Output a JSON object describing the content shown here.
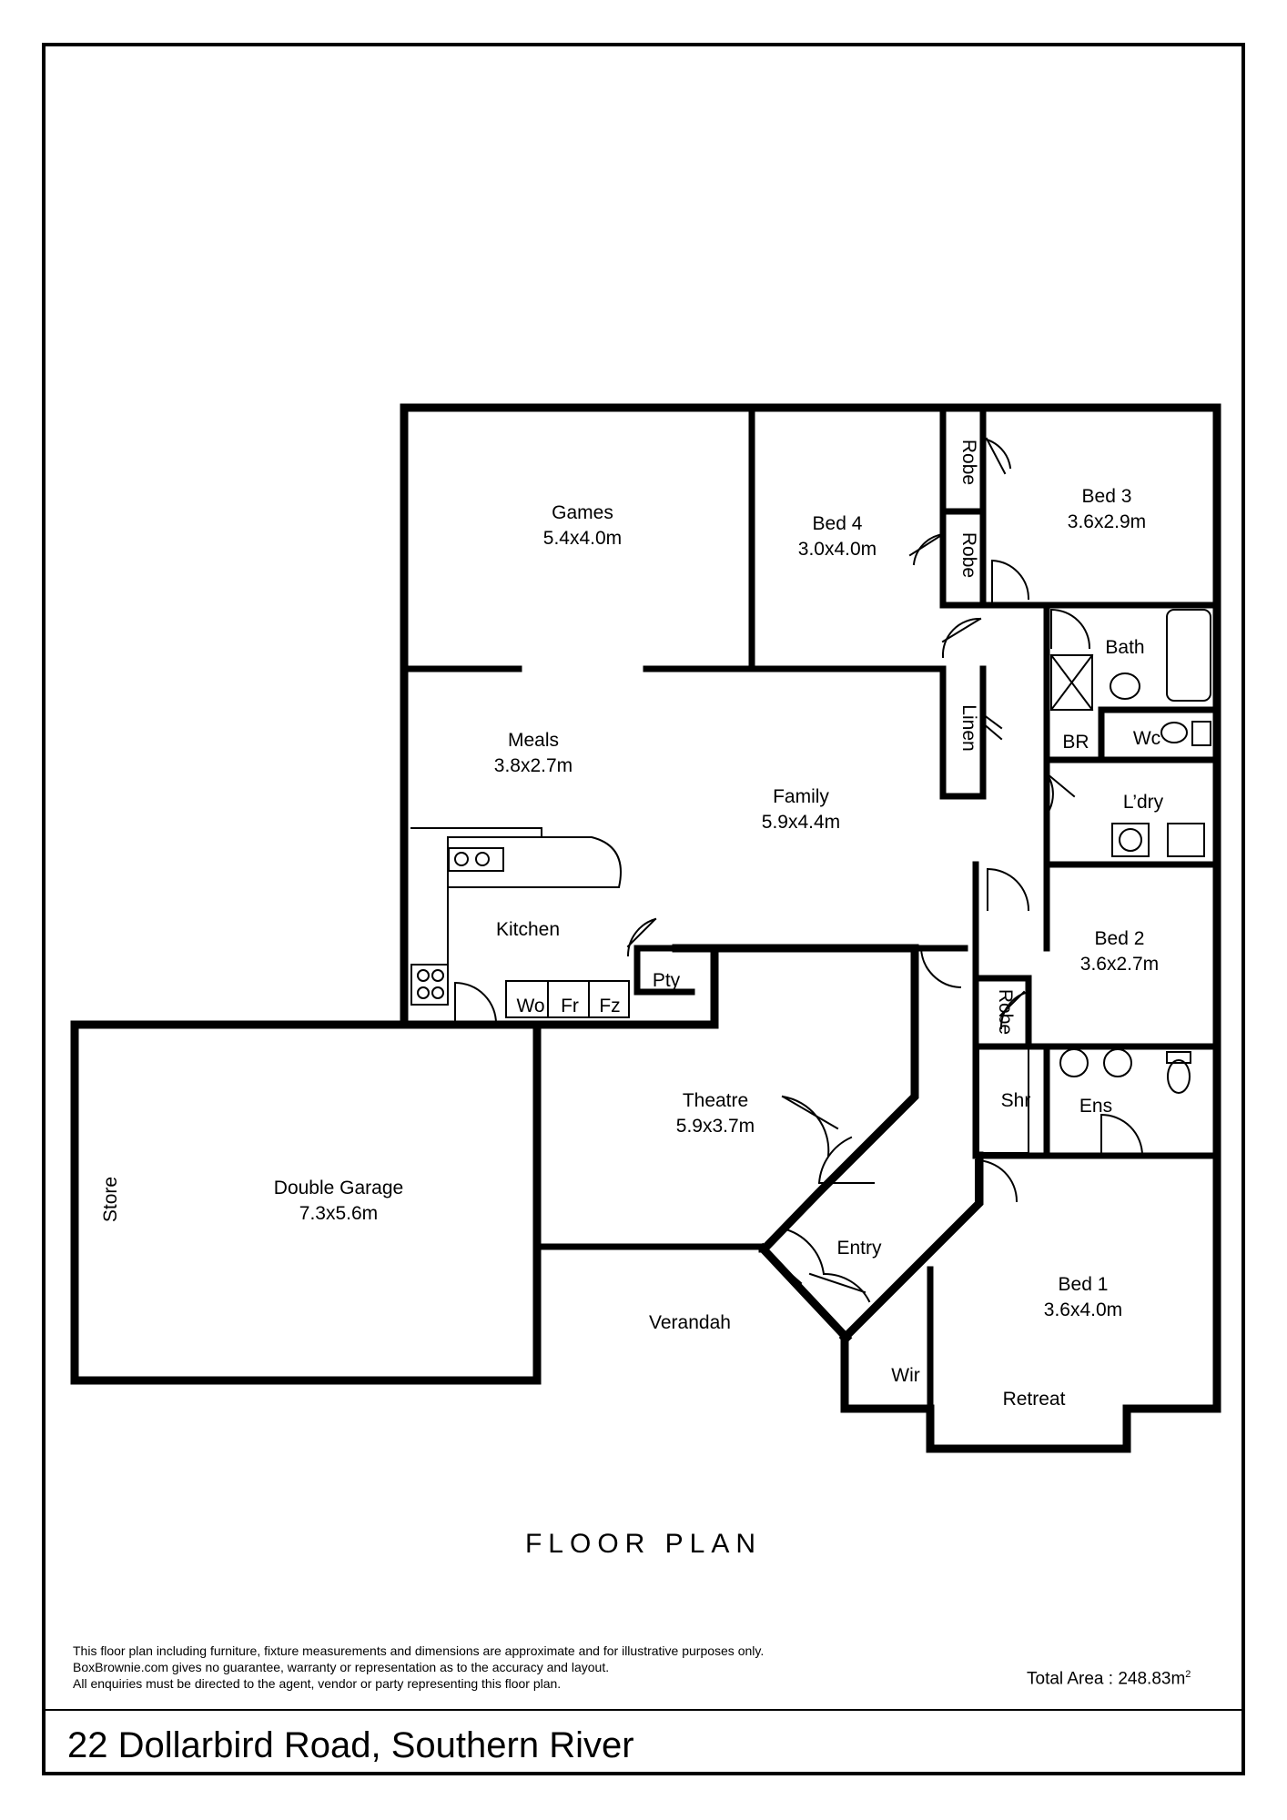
{
  "rooms": {
    "games": {
      "label": "Games",
      "dim": "5.4x4.0m"
    },
    "bed4": {
      "label": "Bed 4",
      "dim": "3.0x4.0m"
    },
    "bed3": {
      "label": "Bed 3",
      "dim": "3.6x2.9m"
    },
    "meals": {
      "label": "Meals",
      "dim": "3.8x2.7m"
    },
    "family": {
      "label": "Family",
      "dim": "5.9x4.4m"
    },
    "kitchen": {
      "label": "Kitchen"
    },
    "bed2": {
      "label": "Bed 2",
      "dim": "3.6x2.7m"
    },
    "theatre": {
      "label": "Theatre",
      "dim": "5.9x3.7m"
    },
    "garage": {
      "label": "Double Garage",
      "dim": "7.3x5.6m"
    },
    "bed1": {
      "label": "Bed 1",
      "dim": "3.6x4.0m"
    },
    "entry": {
      "label": "Entry"
    },
    "verandah": {
      "label": "Verandah"
    },
    "retreat": {
      "label": "Retreat"
    },
    "wir": {
      "label": "Wir"
    },
    "bath": {
      "label": "Bath"
    },
    "wc": {
      "label": "Wc"
    },
    "br": {
      "label": "BR"
    },
    "laundry": {
      "label": "L’dry"
    },
    "ens": {
      "label": "Ens"
    },
    "shr": {
      "label": "Shr"
    },
    "pantry": {
      "label": "Pty"
    },
    "wo": {
      "label": "Wo"
    },
    "fr": {
      "label": "Fr"
    },
    "fz": {
      "label": "Fz"
    },
    "store": {
      "label": "Store"
    },
    "linen": {
      "label": "Linen"
    },
    "robe1": {
      "label": "Robe"
    },
    "robe2": {
      "label": "Robe"
    },
    "robe3": {
      "label": "Robe"
    }
  },
  "title": "FLOOR PLAN",
  "disclaimer": [
    "This floor plan including furniture, fixture measurements and dimensions are approximate and for illustrative purposes only.",
    "BoxBrownie.com gives no guarantee, warranty or representation as to the accuracy and layout.",
    "All enquiries must be directed to the agent, vendor or party representing this floor plan."
  ],
  "total_area": {
    "label": "Total Area : 248.83m",
    "sup": "2"
  },
  "address": "22 Dollarbird Road, Southern River"
}
